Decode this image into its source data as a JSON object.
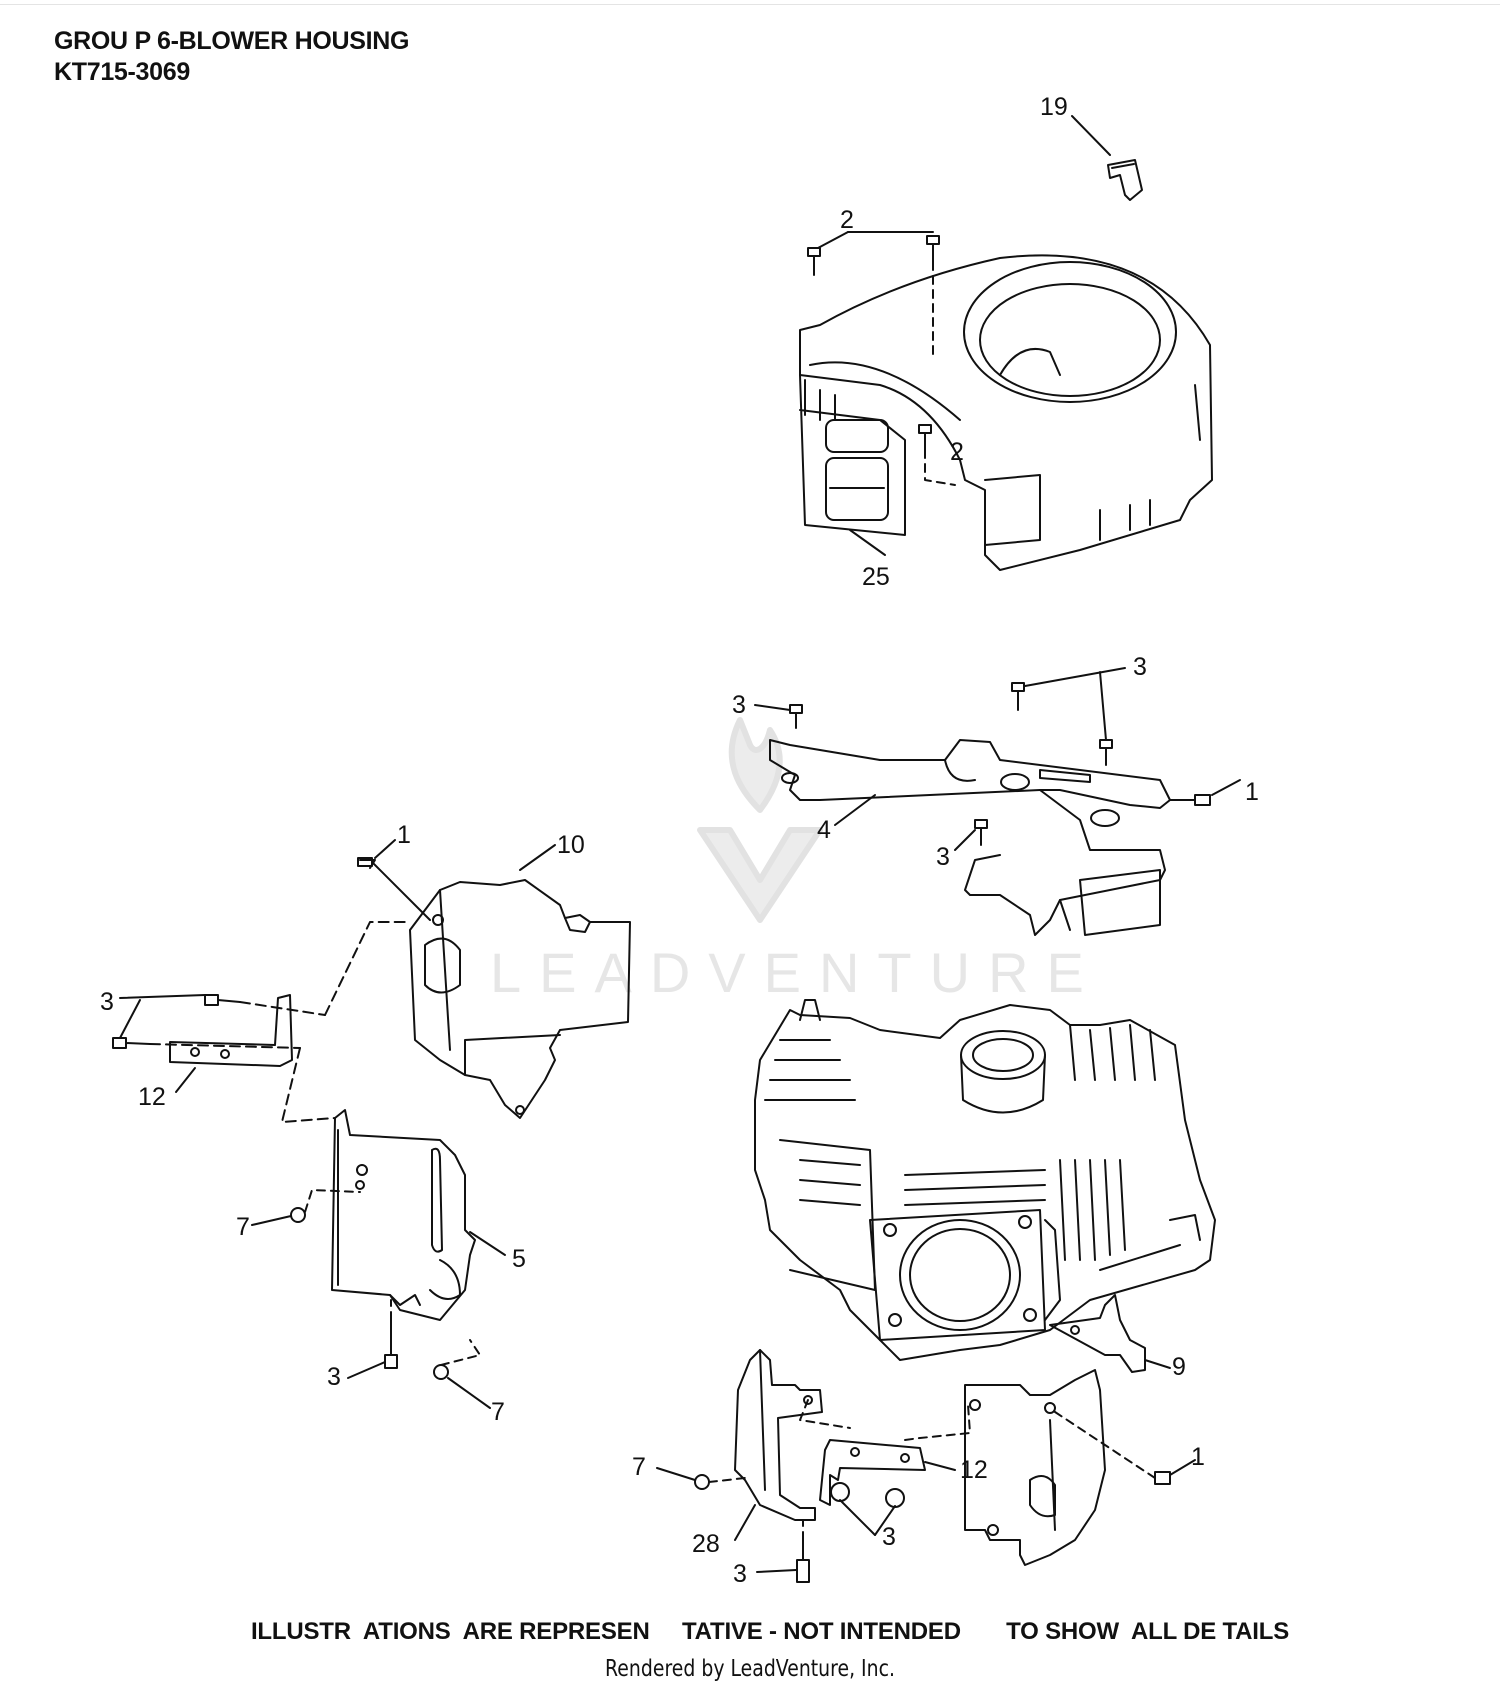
{
  "header": {
    "line1": "GROU P 6-BLOWER HOUSING",
    "line2": "KT715-3069"
  },
  "watermark": {
    "brand": "LEADVENTURE",
    "logo": "leadventure-flame-v-logo"
  },
  "callouts": [
    {
      "id": "c19",
      "text": "19"
    },
    {
      "id": "c2a",
      "text": "2"
    },
    {
      "id": "c2b",
      "text": "2"
    },
    {
      "id": "c25",
      "text": "25"
    },
    {
      "id": "c3a",
      "text": "3"
    },
    {
      "id": "c3b",
      "text": "3"
    },
    {
      "id": "c1a",
      "text": "1"
    },
    {
      "id": "c4",
      "text": "4"
    },
    {
      "id": "c3c",
      "text": "3"
    },
    {
      "id": "c1b",
      "text": "1"
    },
    {
      "id": "c10",
      "text": "10"
    },
    {
      "id": "c3d",
      "text": "3"
    },
    {
      "id": "c12a",
      "text": "12"
    },
    {
      "id": "c7a",
      "text": "7"
    },
    {
      "id": "c5",
      "text": "5"
    },
    {
      "id": "c3e",
      "text": "3"
    },
    {
      "id": "c7b",
      "text": "7"
    },
    {
      "id": "c9",
      "text": "9"
    },
    {
      "id": "c1c",
      "text": "1"
    },
    {
      "id": "c7c",
      "text": "7"
    },
    {
      "id": "c12b",
      "text": "12"
    },
    {
      "id": "c28",
      "text": "28"
    },
    {
      "id": "c3f",
      "text": "3"
    },
    {
      "id": "c3g",
      "text": "3"
    }
  ],
  "footer": {
    "disclaimer": "ILLUSTR  ATIONS  ARE REPRESEN     TATIVE - NOT INTENDED       TO SHOW  ALL DE TAILS",
    "rendered_by": "Rendered by LeadVenture, Inc."
  }
}
